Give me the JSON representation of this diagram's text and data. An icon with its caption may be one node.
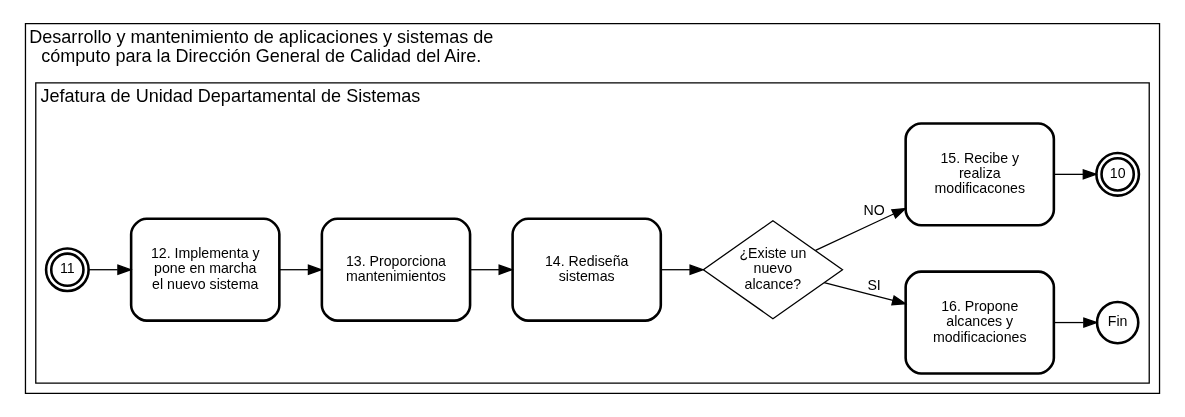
{
  "diagram": {
    "nodes": [
      {
        "text": [
          "Desarrollo y mantenimiento de aplicaciones y sistemas de cómputo para la Dirección General de Calidad del Aire."
        ]
      },
      {
        "text": [
          "Jefatura de Unidad Departamental de Sistemas"
        ],
        "in": 0
      },
      {
        "text": [
          "11"
        ],
        "in": 1
      },
      {
        "text": [
          "12. Implementa y pone en marcha el nuevo sistema"
        ],
        "in": 1
      },
      {
        "text": [
          "13. Proporciona mantenimientos"
        ],
        "in": 1
      },
      {
        "text": [
          "14. Rediseña sistemas"
        ],
        "in": 1
      },
      {
        "text": [
          "¿Existe un nuevo alcance?"
        ],
        "in": 1
      },
      {
        "text": [
          "16. Propone alcances y modificaciones"
        ],
        "in": 1
      },
      {
        "text": [
          "15. Recibe y realiza modificacones"
        ],
        "in": 1
      },
      {
        "text": [
          "Fin"
        ],
        "in": 1
      },
      {
        "text": [
          "10"
        ],
        "in": 1
      }
    ],
    "edges": [
      {
        "from": 2,
        "to": 3,
        "arrow": "to"
      },
      {
        "from": 3,
        "to": 4,
        "arrow": "to"
      },
      {
        "from": 4,
        "to": 5,
        "arrow": "to"
      },
      {
        "from": 5,
        "to": 6,
        "arrow": "to"
      },
      {
        "from": 6,
        "to": 7,
        "arrow": "to",
        "label": "SI"
      },
      {
        "from": 6,
        "to": 8,
        "arrow": "to",
        "label": "NO"
      },
      {
        "from": 7,
        "to": 9,
        "arrow": "to"
      },
      {
        "from": 8,
        "to": 10,
        "arrow": "to"
      }
    ]
  }
}
